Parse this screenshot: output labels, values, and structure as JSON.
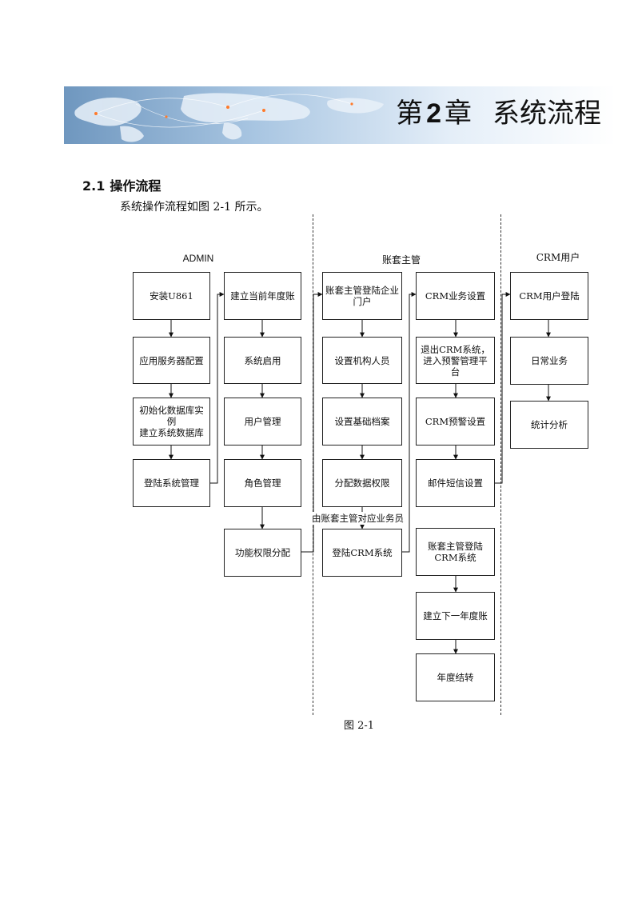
{
  "chapter": {
    "prefix": "第",
    "number": "2",
    "suffix": "章",
    "title": "系统流程"
  },
  "section": {
    "number": "2.1",
    "title": "操作流程"
  },
  "intro_text": "系统操作流程如图 2-1 所示。",
  "lanes": {
    "admin": "ADMIN",
    "account_manager": "账套主管",
    "crm_user": "CRM用户"
  },
  "boxes": {
    "install": "安装U861",
    "app_server": "应用服务器配置",
    "init_db_line1": "初始化数据库实例",
    "init_db_line2": "建立系统数据库",
    "login_sysmgr": "登陆系统管理",
    "create_year_account": "建立当前年度账",
    "system_enable": "系统启用",
    "user_mgmt": "用户管理",
    "role_mgmt": "角色管理",
    "perm_assign": "功能权限分配",
    "mgr_login_portal": "账套主管登陆企业门户",
    "set_org_staff": "设置机构人员",
    "set_basic_files": "设置基础档案",
    "assign_data_perm": "分配数据权限",
    "login_crm": "登陆CRM系统",
    "crm_business_setup": "CRM业务设置",
    "exit_crm_alert": "退出CRM系统，进入预警管理平台",
    "crm_alert_setup": "CRM预警设置",
    "mail_sms_setup": "邮件短信设置",
    "mgr_login_crm": "账套主管登陆CRM系统",
    "create_next_year": "建立下一年度账",
    "year_end_close": "年度结转",
    "crm_user_login": "CRM用户登陆",
    "daily_business": "日常业务",
    "statistics": "统计分析"
  },
  "note_text": "由账套主管对应业务员",
  "figure_caption": "图 2-1"
}
